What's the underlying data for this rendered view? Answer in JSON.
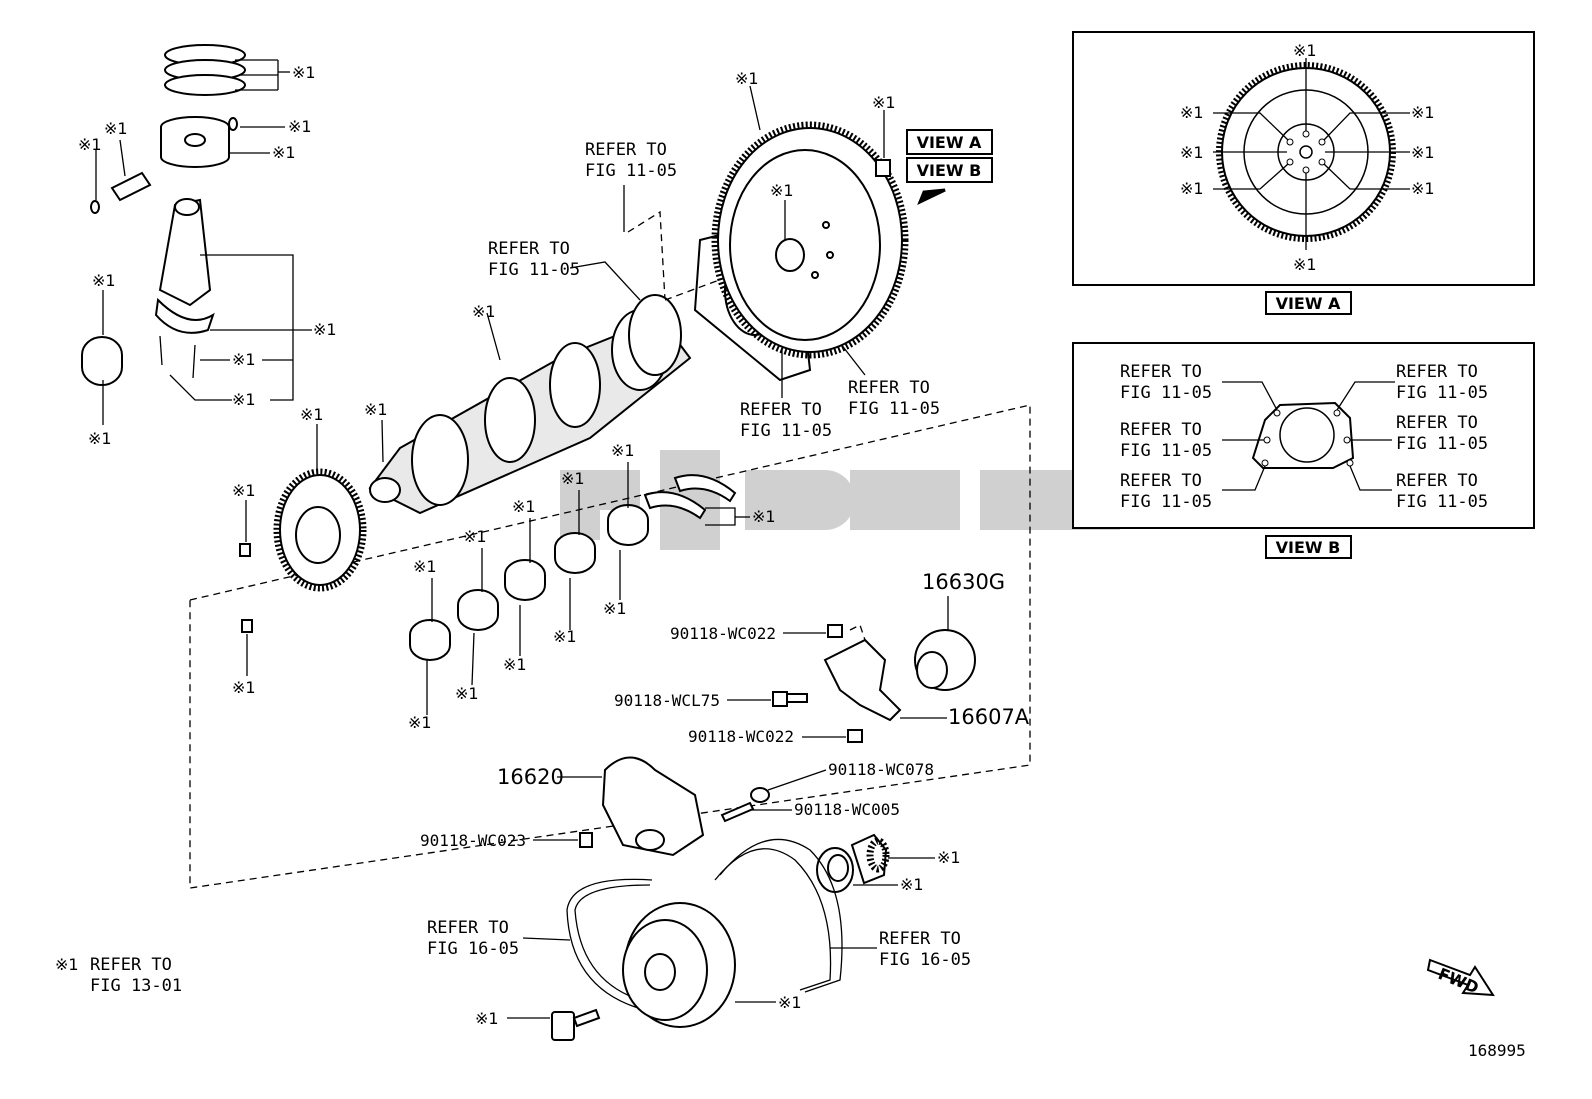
{
  "diagram_id": "168995",
  "legend": {
    "marker": "※1",
    "line1": "REFER TO",
    "line2": "FIG 13-01"
  },
  "view_a": {
    "label": "VIEW A",
    "marker": "※1"
  },
  "view_b": {
    "label": "VIEW B",
    "refs": {
      "line1": "REFER TO",
      "line2": "FIG 11-05"
    }
  },
  "fwd_label": "FWD",
  "marker": "※1",
  "refs": {
    "fig1105": {
      "line1": "REFER TO",
      "line2": "FIG 11-05"
    },
    "fig1605": {
      "line1": "REFER TO",
      "line2": "FIG 16-05"
    }
  },
  "parts": {
    "p16630G": "16630G",
    "p16607A": "16607A",
    "p16620": "16620",
    "wc022": "90118-WC022",
    "wcl75": "90118-WCL75",
    "wc078": "90118-WC078",
    "wc005": "90118-WC005",
    "wc023": "90118-WC023"
  }
}
